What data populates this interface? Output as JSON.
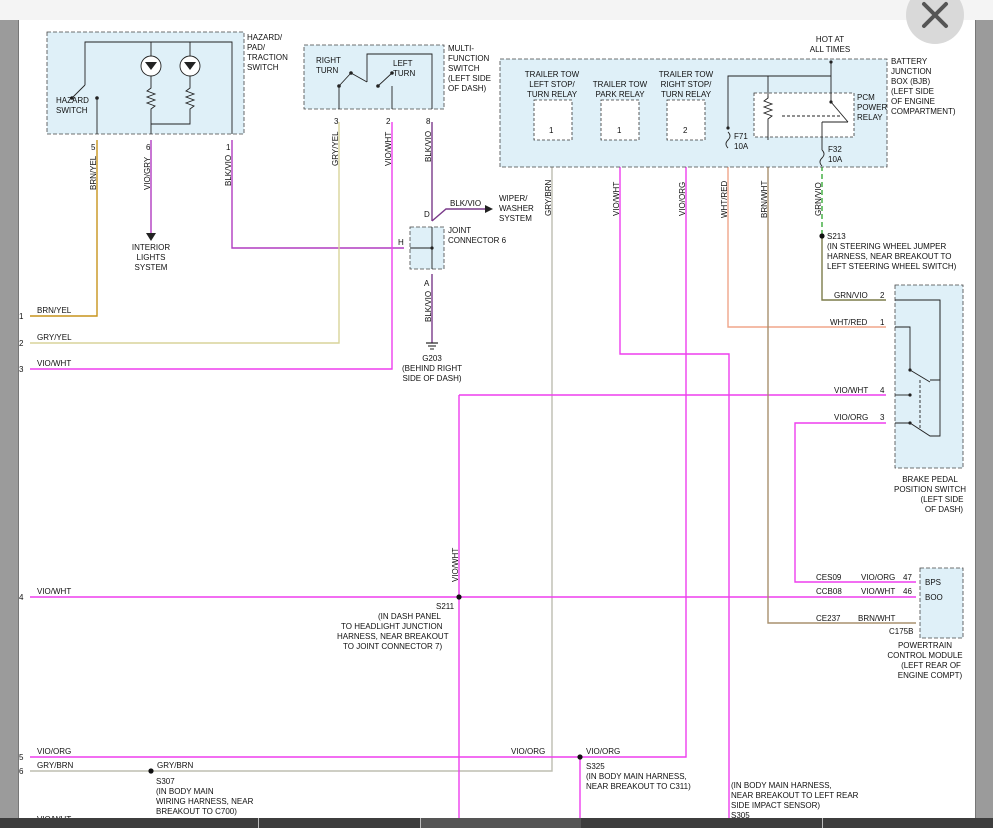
{
  "window": {
    "close_label": "×"
  },
  "colors": {
    "vio": "#ee3fee",
    "brn_yel": "#c7941c",
    "gry_yel": "#d8d49a",
    "gry_brn": "#bdbdb1",
    "blk_vio": "#7a3a8a",
    "vio_gry": "#b03cc0",
    "wht_red": "#f0a58a",
    "brn_wht": "#a8906e",
    "grn_vio": "#3aaa3a",
    "grn_vio_h": "#7c7c4a"
  },
  "hazard": {
    "title": [
      "HAZARD/",
      "PAD/",
      "TRACTION",
      "SWITCH"
    ],
    "label": [
      "HAZARD",
      "SWITCH"
    ],
    "pins": [
      "5",
      "6",
      "1"
    ]
  },
  "mfs": {
    "title": [
      "MULTI-",
      "FUNCTION",
      "SWITCH",
      "(LEFT SIDE",
      "OF DASH)"
    ],
    "right_turn": [
      "RIGHT",
      "TURN"
    ],
    "left_turn": [
      "LEFT",
      "TURN"
    ],
    "pins": [
      "3",
      "2",
      "8"
    ]
  },
  "bjb": {
    "title": [
      "BATTERY",
      "JUNCTION",
      "BOX (BJB)",
      "(LEFT SIDE",
      "OF ENGINE",
      "COMPARTMENT)"
    ],
    "hot": [
      "HOT AT",
      "ALL TIMES"
    ],
    "relay1": [
      "TRAILER TOW",
      "LEFT STOP/",
      "TURN RELAY"
    ],
    "relay2": [
      "TRAILER TOW",
      "PARK RELAY"
    ],
    "relay3": [
      "TRAILER TOW",
      "RIGHT STOP/",
      "TURN RELAY"
    ],
    "relay_pins": [
      "1",
      "1",
      "2"
    ],
    "pcm_relay": [
      "PCM",
      "POWER",
      "RELAY"
    ],
    "f71": [
      "F71",
      "10A"
    ],
    "f32": [
      "F32",
      "10A"
    ]
  },
  "wires": {
    "brn_yel": "BRN/YEL",
    "vio_gry": "VIO/GRY",
    "blk_vio": "BLK/VIO",
    "gry_yel": "GRY/YEL",
    "vio_wht": "VIO/WHT",
    "gry_brn": "GRY/BRN",
    "vio_org": "VIO/ORG",
    "wht_red": "WHT/RED",
    "brn_wht": "BRN/WHT",
    "grn_vio": "GRN/VIO"
  },
  "interior_lights": [
    "INTERIOR",
    "LIGHTS",
    "SYSTEM"
  ],
  "wiper": [
    "WIPER/",
    "WASHER",
    "SYSTEM"
  ],
  "joint": {
    "title": [
      "JOINT",
      "CONNECTOR 6"
    ],
    "pins": [
      "D",
      "H",
      "A"
    ]
  },
  "g203": [
    "G203",
    "(BEHIND RIGHT",
    "SIDE OF DASH)"
  ],
  "s213": [
    "S213",
    "(IN STEERING WHEEL JUMPER",
    "HARNESS, NEAR BREAKOUT TO",
    "LEFT STEERING WHEEL SWITCH)"
  ],
  "bpps": {
    "title": [
      "BRAKE PEDAL",
      "POSITION SWITCH",
      "(LEFT SIDE",
      "OF DASH)"
    ],
    "pins": [
      "2",
      "1",
      "4",
      "3"
    ]
  },
  "pcm": {
    "title": [
      "POWERTRAIN",
      "CONTROL MODULE",
      "(LEFT REAR OF",
      "ENGINE COMPT)"
    ],
    "circuits": [
      "CES09",
      "CCB08",
      "CE237"
    ],
    "pins": [
      "47",
      "46"
    ],
    "signals": [
      "BPS",
      "BOO"
    ],
    "connector": "C175B"
  },
  "s211": [
    "S211",
    "(IN DASH PANEL",
    "TO HEADLIGHT JUNCTION",
    "HARNESS, NEAR BREAKOUT",
    "TO JOINT CONNECTOR 7)"
  ],
  "s325": [
    "S325",
    "(IN BODY MAIN HARNESS,",
    "NEAR BREAKOUT TO C311)"
  ],
  "s307": [
    "S307",
    "(IN BODY MAIN",
    "WIRING HARNESS, NEAR",
    "BREAKOUT TO C700)"
  ],
  "s305": [
    "(IN BODY MAIN HARNESS,",
    "NEAR BREAKOUT TO LEFT REAR",
    "SIDE IMPACT SENSOR)",
    "S305"
  ],
  "left_pins": [
    "1",
    "2",
    "3",
    "4",
    "5",
    "6"
  ]
}
